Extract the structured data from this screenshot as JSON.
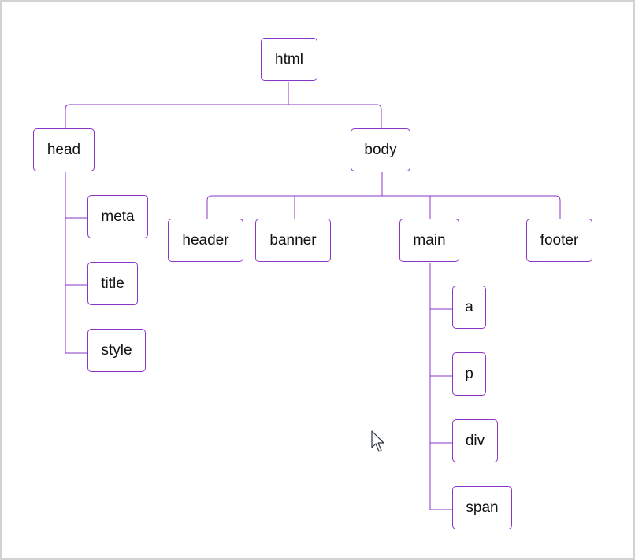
{
  "colors": {
    "node_border": "#8b35c9",
    "link": "#8b35c9",
    "frame_border": "#d3d3d3"
  },
  "tree": {
    "root": "html",
    "children": {
      "html": [
        "head",
        "body"
      ],
      "head": [
        "meta",
        "title",
        "style"
      ],
      "body": [
        "header",
        "banner",
        "main",
        "footer"
      ],
      "main": [
        "a",
        "p",
        "div",
        "span"
      ]
    }
  },
  "nodes": {
    "html": "html",
    "head": "head",
    "body": "body",
    "meta": "meta",
    "title": "title",
    "style": "style",
    "header": "header",
    "banner": "banner",
    "main": "main",
    "footer": "footer",
    "a": "a",
    "p": "p",
    "div": "div",
    "span": "span"
  },
  "cursor_icon": "mouse-pointer-icon"
}
